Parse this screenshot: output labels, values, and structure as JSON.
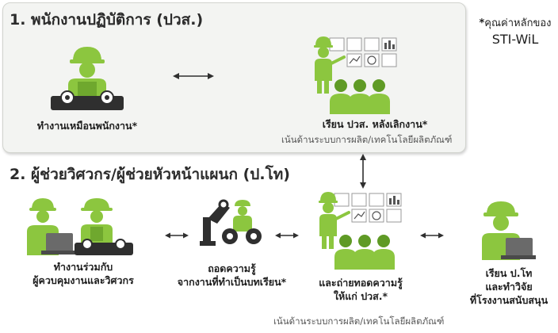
{
  "section1": {
    "heading": "1. พนักงานปฏิบัติการ (ปวส.)",
    "work_caption": "ทำงานเหมือนพนักงาน*",
    "study_caption": "เรียน ปวส. หลังเลิกงาน*",
    "study_note": "เน้นด้านระบบการผลิต/เทคโนโลยีผลิตภัณฑ์"
  },
  "section2": {
    "heading": "2. ผู้ช่วยวิศวกร/ผู้ช่วยหัวหน้าแผนก (ป.โท)",
    "work_caption_line1": "ทำงานร่วมกับ",
    "work_caption_line2": "ผู้ควบคุมงานและวิศวกร",
    "extract_caption_line1": "ถอดความรู้",
    "extract_caption_line2": "จากงานที่ทำเป็นบทเรียน*",
    "transfer_caption_line1": "และถ่ายทอดความรู้",
    "transfer_caption_line2": "ให้แก่ ปวส.*",
    "transfer_note": "เน้นด้านระบบการผลิต/เทคโนโลยีผลิตภัณฑ์",
    "study_caption_line1": "เรียน ป.โท",
    "study_caption_line2": "และทำวิจัย",
    "study_caption_line3": "ที่โรงงานสนับสนุน"
  },
  "core_values": {
    "star": "*",
    "line1": "คุณค่าหลักของ",
    "line2": "STI-WiL"
  },
  "colors": {
    "green": "#8cc63f",
    "dark_green": "#5f9a25",
    "panel_bg": "#f3f4f2",
    "machine": "#2f2f2f"
  }
}
